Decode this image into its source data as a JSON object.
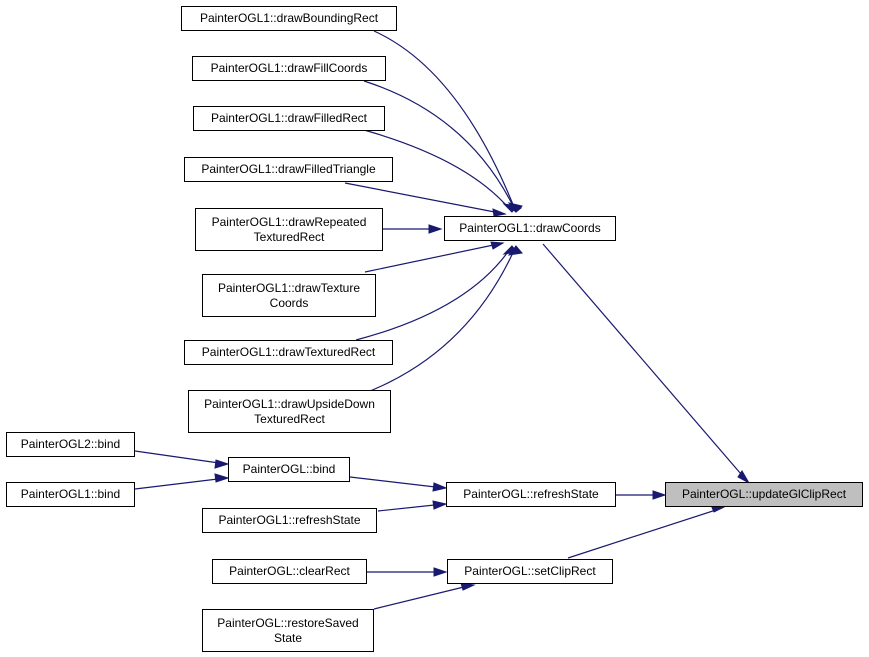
{
  "nodes": {
    "draw_bounding_rect": {
      "lines": [
        "PainterOGL1::drawBoundingRect"
      ]
    },
    "draw_fill_coords": {
      "lines": [
        "PainterOGL1::drawFillCoords"
      ]
    },
    "draw_filled_rect": {
      "lines": [
        "PainterOGL1::drawFilledRect"
      ]
    },
    "draw_filled_triangle": {
      "lines": [
        "PainterOGL1::drawFilledTriangle"
      ]
    },
    "draw_repeated_textured_rect": {
      "lines": [
        "PainterOGL1::drawRepeated",
        "TexturedRect"
      ]
    },
    "draw_texture_coords": {
      "lines": [
        "PainterOGL1::drawTexture",
        "Coords"
      ]
    },
    "draw_textured_rect": {
      "lines": [
        "PainterOGL1::drawTexturedRect"
      ]
    },
    "draw_upside_down_textured_rect": {
      "lines": [
        "PainterOGL1::drawUpsideDown",
        "TexturedRect"
      ]
    },
    "draw_coords": {
      "lines": [
        "PainterOGL1::drawCoords"
      ]
    },
    "ogl2_bind": {
      "lines": [
        "PainterOGL2::bind"
      ]
    },
    "ogl1_bind": {
      "lines": [
        "PainterOGL1::bind"
      ]
    },
    "ogl_bind": {
      "lines": [
        "PainterOGL::bind"
      ]
    },
    "ogl1_refresh_state": {
      "lines": [
        "PainterOGL1::refreshState"
      ]
    },
    "refresh_state": {
      "lines": [
        "PainterOGL::refreshState"
      ]
    },
    "update_gl_clip_rect": {
      "lines": [
        "PainterOGL::updateGlClipRect"
      ]
    },
    "clear_rect": {
      "lines": [
        "PainterOGL::clearRect"
      ]
    },
    "restore_saved_state": {
      "lines": [
        "PainterOGL::restoreSaved",
        "State"
      ]
    },
    "set_clip_rect": {
      "lines": [
        "PainterOGL::setClipRect"
      ]
    }
  },
  "colors": {
    "edge": "#191970",
    "focus_fill": "#bfbfbf",
    "node_fill": "#ffffff",
    "border": "#000000"
  }
}
